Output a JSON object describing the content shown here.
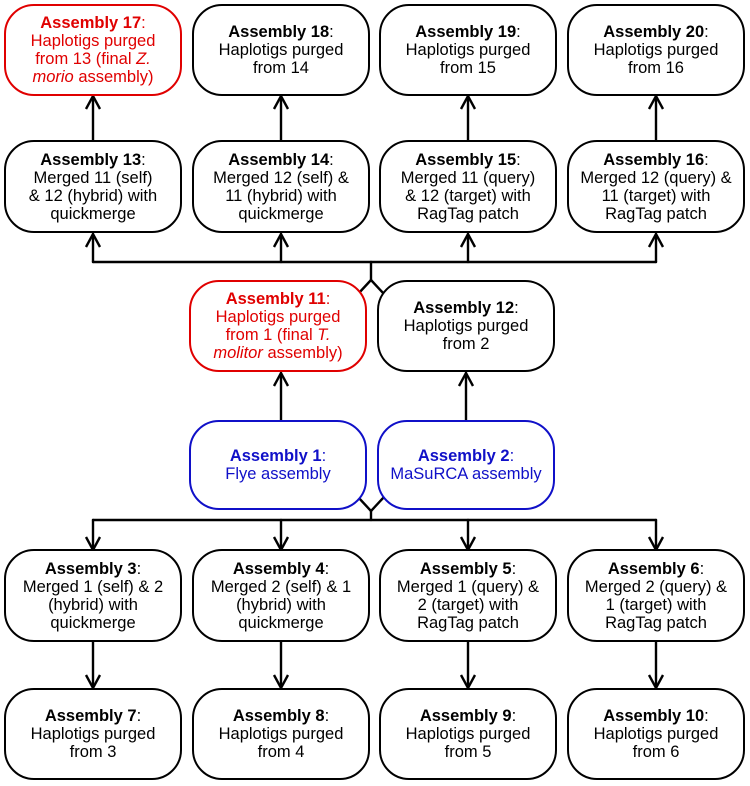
{
  "colors": {
    "line": "#000000",
    "red": "#e00000",
    "blue": "#1010c8"
  },
  "boxes": [
    {
      "id": "a17",
      "color": "red",
      "title": "Assembly 17",
      "lines": [
        [
          {
            "t": "Haplotigs purged"
          }
        ],
        [
          {
            "t": "from 13 (final "
          },
          {
            "t": "Z.",
            "i": true
          }
        ],
        [
          {
            "t": "morio",
            "i": true
          },
          {
            "t": " assembly)"
          }
        ]
      ]
    },
    {
      "id": "a18",
      "color": "black",
      "title": "Assembly 18",
      "lines": [
        [
          {
            "t": "Haplotigs purged"
          }
        ],
        [
          {
            "t": "from 14"
          }
        ]
      ]
    },
    {
      "id": "a19",
      "color": "black",
      "title": "Assembly 19",
      "lines": [
        [
          {
            "t": "Haplotigs purged"
          }
        ],
        [
          {
            "t": "from 15"
          }
        ]
      ]
    },
    {
      "id": "a20",
      "color": "black",
      "title": "Assembly 20",
      "lines": [
        [
          {
            "t": "Haplotigs purged"
          }
        ],
        [
          {
            "t": "from 16"
          }
        ]
      ]
    },
    {
      "id": "a13",
      "color": "black",
      "title": "Assembly 13",
      "lines": [
        [
          {
            "t": "Merged 11 (self)"
          }
        ],
        [
          {
            "t": "& 12 (hybrid) with"
          }
        ],
        [
          {
            "t": "quickmerge"
          }
        ]
      ]
    },
    {
      "id": "a14",
      "color": "black",
      "title": "Assembly 14",
      "lines": [
        [
          {
            "t": "Merged 12 (self) &"
          }
        ],
        [
          {
            "t": "11 (hybrid) with"
          }
        ],
        [
          {
            "t": "quickmerge"
          }
        ]
      ]
    },
    {
      "id": "a15",
      "color": "black",
      "title": "Assembly 15",
      "lines": [
        [
          {
            "t": "Merged 11 (query)"
          }
        ],
        [
          {
            "t": "& 12 (target) with"
          }
        ],
        [
          {
            "t": "RagTag patch"
          }
        ]
      ]
    },
    {
      "id": "a16",
      "color": "black",
      "title": "Assembly 16",
      "lines": [
        [
          {
            "t": "Merged 12 (query) &"
          }
        ],
        [
          {
            "t": "11 (target) with"
          }
        ],
        [
          {
            "t": "RagTag patch"
          }
        ]
      ]
    },
    {
      "id": "a11",
      "color": "red",
      "title": "Assembly 11",
      "lines": [
        [
          {
            "t": "Haplotigs purged"
          }
        ],
        [
          {
            "t": "from 1 (final "
          },
          {
            "t": "T.",
            "i": true
          }
        ],
        [
          {
            "t": "molitor",
            "i": true
          },
          {
            "t": " assembly)"
          }
        ]
      ]
    },
    {
      "id": "a12",
      "color": "black",
      "title": "Assembly 12",
      "lines": [
        [
          {
            "t": "Haplotigs purged"
          }
        ],
        [
          {
            "t": "from 2"
          }
        ]
      ]
    },
    {
      "id": "a1",
      "color": "blue",
      "title": "Assembly 1",
      "lines": [
        [
          {
            "t": "Flye assembly"
          }
        ]
      ]
    },
    {
      "id": "a2",
      "color": "blue",
      "title": "Assembly 2",
      "lines": [
        [
          {
            "t": "MaSuRCA assembly"
          }
        ]
      ]
    },
    {
      "id": "a3",
      "color": "black",
      "title": "Assembly 3",
      "lines": [
        [
          {
            "t": "Merged 1 (self) & 2"
          }
        ],
        [
          {
            "t": "(hybrid) with"
          }
        ],
        [
          {
            "t": "quickmerge"
          }
        ]
      ]
    },
    {
      "id": "a4",
      "color": "black",
      "title": "Assembly 4",
      "lines": [
        [
          {
            "t": "Merged 2 (self) & 1"
          }
        ],
        [
          {
            "t": "(hybrid) with"
          }
        ],
        [
          {
            "t": "quickmerge"
          }
        ]
      ]
    },
    {
      "id": "a5",
      "color": "black",
      "title": "Assembly 5",
      "lines": [
        [
          {
            "t": "Merged 1 (query) &"
          }
        ],
        [
          {
            "t": "2 (target) with"
          }
        ],
        [
          {
            "t": "RagTag patch"
          }
        ]
      ]
    },
    {
      "id": "a6",
      "color": "black",
      "title": "Assembly 6",
      "lines": [
        [
          {
            "t": "Merged 2 (query) &"
          }
        ],
        [
          {
            "t": "1 (target) with"
          }
        ],
        [
          {
            "t": "RagTag patch"
          }
        ]
      ]
    },
    {
      "id": "a7",
      "color": "black",
      "title": "Assembly 7",
      "lines": [
        [
          {
            "t": "Haplotigs purged"
          }
        ],
        [
          {
            "t": "from 3"
          }
        ]
      ]
    },
    {
      "id": "a8",
      "color": "black",
      "title": "Assembly 8",
      "lines": [
        [
          {
            "t": "Haplotigs purged"
          }
        ],
        [
          {
            "t": "from 4"
          }
        ]
      ]
    },
    {
      "id": "a9",
      "color": "black",
      "title": "Assembly 9",
      "lines": [
        [
          {
            "t": "Haplotigs purged"
          }
        ],
        [
          {
            "t": "from 5"
          }
        ]
      ]
    },
    {
      "id": "a10",
      "color": "black",
      "title": "Assembly 10",
      "lines": [
        [
          {
            "t": "Haplotigs purged"
          }
        ],
        [
          {
            "t": "from 6"
          }
        ]
      ]
    }
  ]
}
